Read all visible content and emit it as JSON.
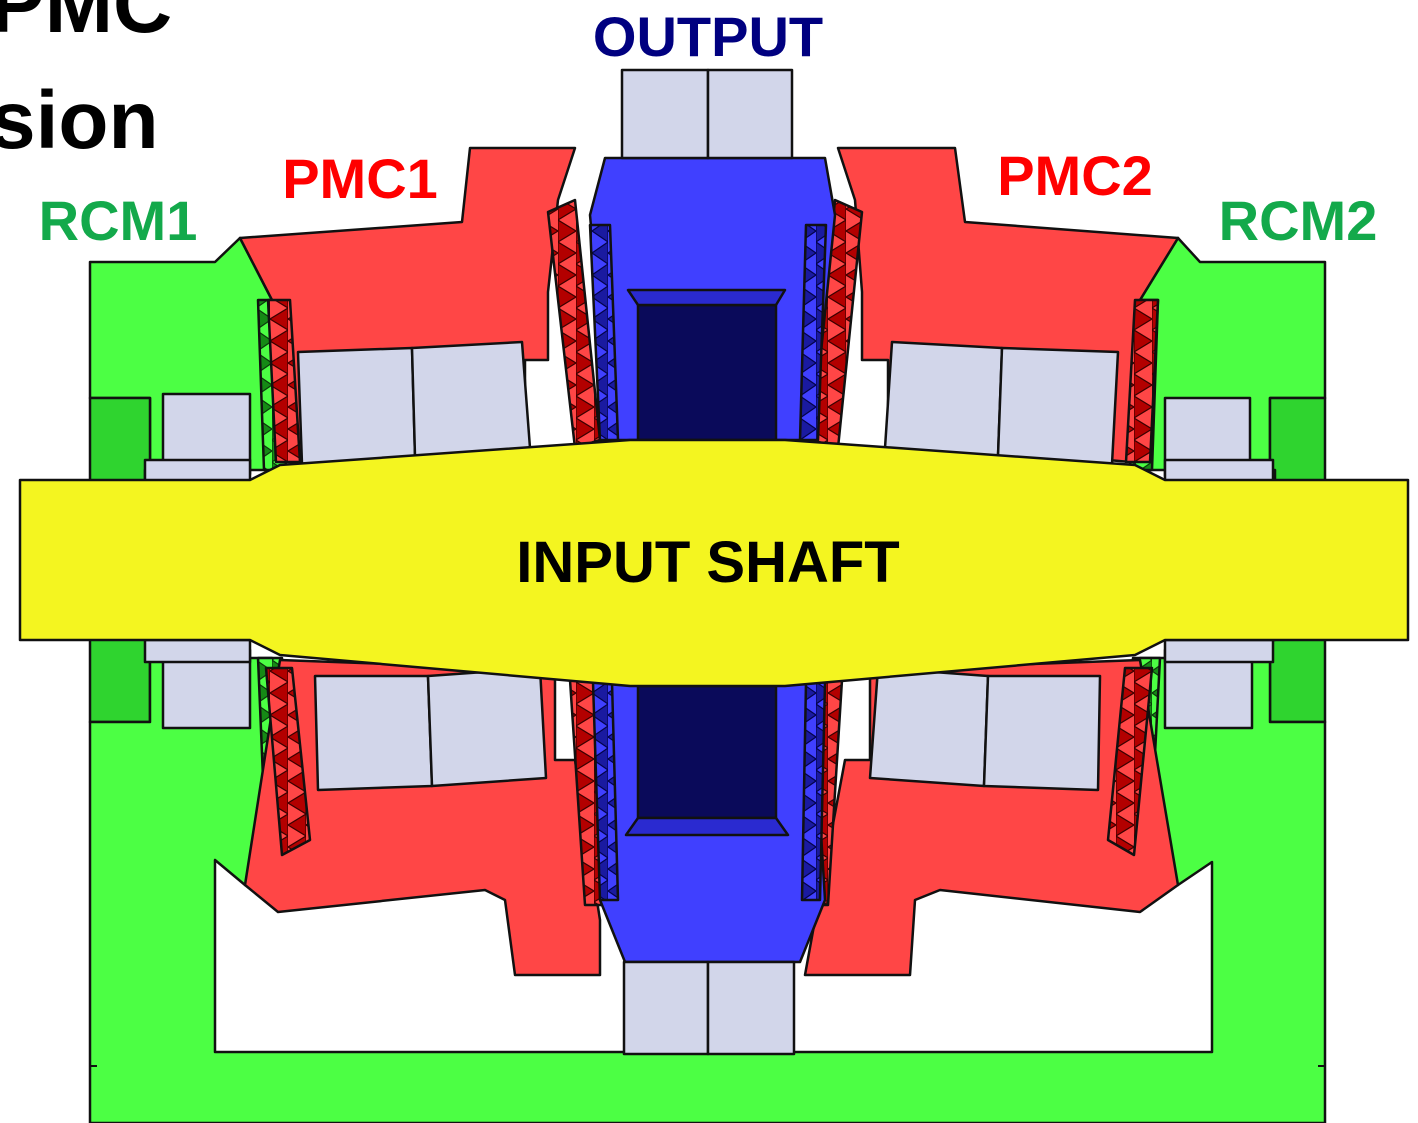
{
  "title": {
    "line1": "PMC",
    "line2": "sion"
  },
  "labels": {
    "output": "OUTPUT",
    "pmc1": "PMC1",
    "pmc2": "PMC2",
    "rcm1": "RCM1",
    "rcm2": "RCM2",
    "input_shaft": "INPUT SHAFT"
  },
  "colors": {
    "rcm_housing": "#4cff44",
    "rcm_label": "#13a94b",
    "pmc_body": "#ff4646",
    "pmc_label": "#ff0000",
    "output_body": "#4040ff",
    "output_label": "#000080",
    "output_core": "#0a0a5a",
    "input_shaft": "#f4f520",
    "bearing": "#d2d6ea"
  }
}
